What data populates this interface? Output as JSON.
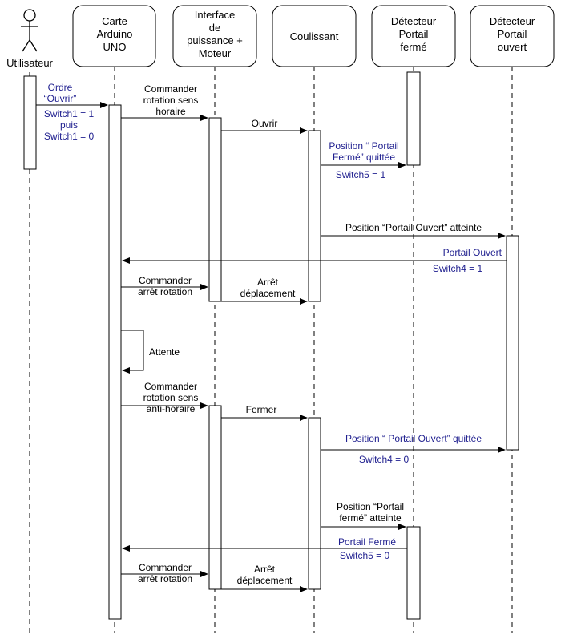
{
  "actors": {
    "user": "Utilisateur",
    "arduino": [
      "Carte",
      "Arduino",
      "UNO"
    ],
    "interface": [
      "Interface",
      "de",
      "puissance +",
      "Moteur"
    ],
    "coulissant": [
      "Coulissant"
    ],
    "det_ferme": [
      "Détecteur",
      "Portail",
      "fermé"
    ],
    "det_ouvert": [
      "Détecteur",
      "Portail",
      "ouvert"
    ]
  },
  "messages": {
    "m1": [
      "Ordre",
      "“Ouvrir”"
    ],
    "m1_note": [
      "Switch1 = 1",
      "puis",
      "Switch1 = 0"
    ],
    "m2": [
      "Commander",
      "rotation sens",
      "horaire"
    ],
    "m3": [
      "Ouvrir"
    ],
    "m4": [
      "Position “ Portail",
      "Fermé” quittée"
    ],
    "m4_note": [
      "Switch5 = 1"
    ],
    "m5": [
      "Position “Portail Ouvert” atteinte"
    ],
    "m6": [
      "Portail Ouvert"
    ],
    "m6_note": [
      "Switch4 = 1"
    ],
    "m7": [
      "Commander",
      "arrêt rotation"
    ],
    "m8": [
      "Arrêt",
      "déplacement"
    ],
    "m9": [
      "Attente"
    ],
    "m10": [
      "Commander",
      "rotation sens",
      "anti-horaire"
    ],
    "m11": [
      "Fermer"
    ],
    "m12": [
      "Position “ Portail Ouvert” quittée"
    ],
    "m12_note": [
      "Switch4 = 0"
    ],
    "m13": [
      "Position “Portail",
      "fermé” atteinte"
    ],
    "m14": [
      "Portail Fermé"
    ],
    "m14_note": [
      "Switch5 =  0"
    ],
    "m15": [
      "Commander",
      "arrêt rotation"
    ],
    "m16": [
      "Arrêt",
      "déplacement"
    ]
  },
  "colors": {
    "line": "#000000",
    "blue_text": "#1f1f8f",
    "box_fill": "#ffffff"
  }
}
